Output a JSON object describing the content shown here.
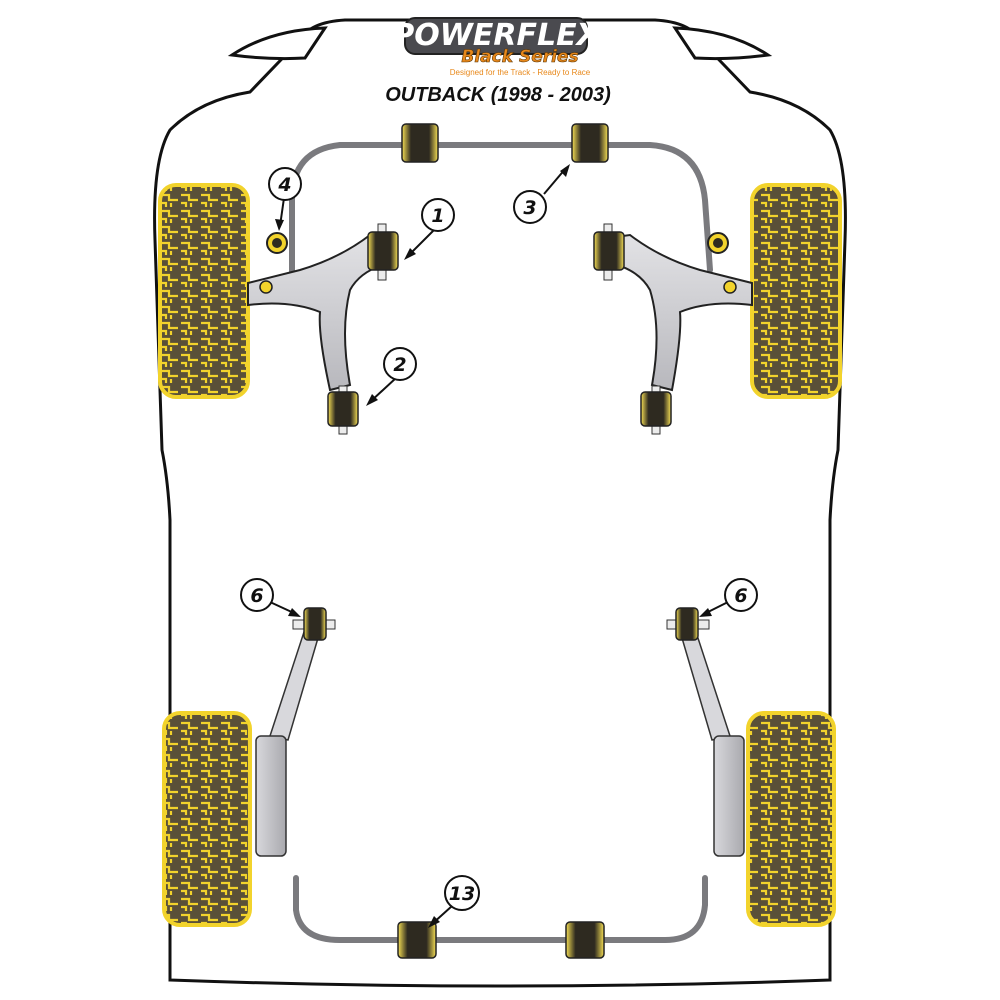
{
  "brand": {
    "logo_main": "POWERFLEX",
    "logo_sub": "Black Series",
    "tagline": "Designed for the Track - Ready to Race"
  },
  "model": "OUTBACK (1998 - 2003)",
  "callouts": {
    "c1": "1",
    "c2": "2",
    "c3": "3",
    "c4": "4",
    "c6_left": "6",
    "c6_right": "6",
    "c13": "13"
  },
  "colors": {
    "bushing_yellow": "#f2d32c",
    "bushing_black": "#2e2a20",
    "tyre_tread": "#5a5038",
    "arm_grey": "#c9c9cd",
    "body_outline": "#111111",
    "brand_orange": "#e8881a"
  },
  "icons": {
    "wheels": "tyre-tread-icon",
    "bushes": "polyurethane-bush-icon"
  }
}
